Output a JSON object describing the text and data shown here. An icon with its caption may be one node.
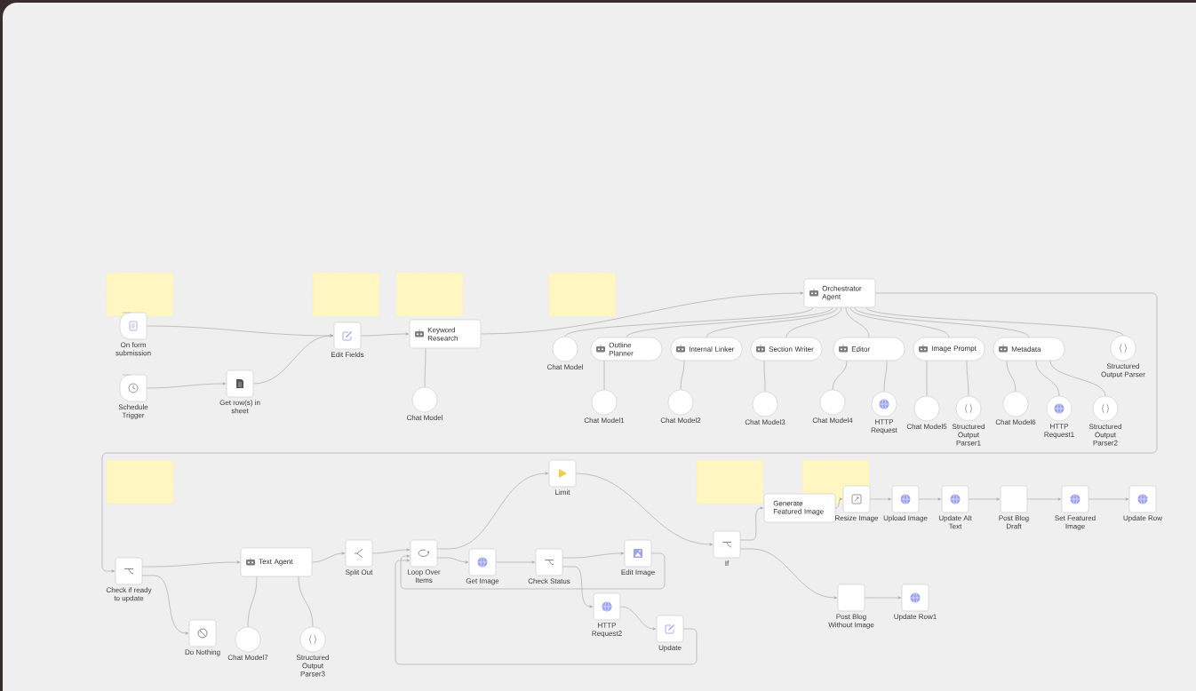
{
  "diagram": {
    "nodes": [
      {
        "text": [
          "On form submission"
        ]
      },
      {
        "text": [
          "Schedule Trigger"
        ]
      },
      {
        "text": [
          "Get row(s) in sheet"
        ]
      },
      {
        "text": [
          "Edit Fields"
        ]
      },
      {
        "text": [
          "Keyword Research"
        ]
      },
      {
        "text": [
          "Chat Model"
        ]
      },
      {
        "text": [
          "Orchestrator Agent"
        ]
      },
      {
        "text": [
          "Chat Model"
        ]
      },
      {
        "text": [
          "Outline Planner"
        ]
      },
      {
        "text": [
          "Internal Linker"
        ]
      },
      {
        "text": [
          "Section Writer"
        ]
      },
      {
        "text": [
          "Editor"
        ]
      },
      {
        "text": [
          "Image Prompt"
        ]
      },
      {
        "text": [
          "Metadata"
        ]
      },
      {
        "text": [
          "Structured Output Parser"
        ]
      },
      {
        "text": [
          "Chat Model1"
        ]
      },
      {
        "text": [
          "Chat Model2"
        ]
      },
      {
        "text": [
          "Chat Model3"
        ]
      },
      {
        "text": [
          "Chat Model4"
        ]
      },
      {
        "text": [
          "HTTP Request"
        ]
      },
      {
        "text": [
          "Chat Model5"
        ]
      },
      {
        "text": [
          "Structured Output Parser1"
        ]
      },
      {
        "text": [
          "Chat Model6"
        ]
      },
      {
        "text": [
          "HTTP Request1"
        ]
      },
      {
        "text": [
          "Structured Output Parser2"
        ]
      },
      {
        "text": [
          "Check if ready to update"
        ]
      },
      {
        "text": [
          "Do Nothing"
        ]
      },
      {
        "text": [
          "Text Agent"
        ]
      },
      {
        "text": [
          "Chat Model7"
        ]
      },
      {
        "text": [
          "Structured Output Parser3"
        ]
      },
      {
        "text": [
          "Split Out"
        ]
      },
      {
        "text": [
          "Loop Over Items"
        ]
      },
      {
        "text": [
          "Get Image"
        ]
      },
      {
        "text": [
          "Check Status"
        ]
      },
      {
        "text": [
          "Edit Image"
        ]
      },
      {
        "text": [
          "HTTP Request2"
        ]
      },
      {
        "text": [
          "Update"
        ]
      },
      {
        "text": [
          "Limit"
        ]
      },
      {
        "text": [
          "If"
        ]
      },
      {
        "text": [
          "Generate Featured Image"
        ]
      },
      {
        "text": [
          "Resize Image"
        ]
      },
      {
        "text": [
          "Upload Image"
        ]
      },
      {
        "text": [
          "Update Alt Text"
        ]
      },
      {
        "text": [
          "Post Blog Draft"
        ]
      },
      {
        "text": [
          "Set Featured Image"
        ]
      },
      {
        "text": [
          "Update Row"
        ]
      },
      {
        "text": [
          "Post Blog Without Image"
        ]
      },
      {
        "text": [
          "Update Row1"
        ]
      },
      {
        "text": [],
        "shape": "box"
      },
      {
        "text": [],
        "shape": "box"
      },
      {
        "text": [],
        "shape": "box"
      },
      {
        "text": [],
        "shape": "box"
      },
      {
        "text": [],
        "shape": "box"
      },
      {
        "text": [],
        "shape": "box"
      },
      {
        "text": [],
        "shape": "box"
      }
    ],
    "edges": [
      {
        "from": 0,
        "to": 3,
        "arrow": "to"
      },
      {
        "from": 1,
        "to": 2,
        "arrow": "to"
      },
      {
        "from": 2,
        "to": 3,
        "arrow": "to"
      },
      {
        "from": 3,
        "to": 4,
        "arrow": "to"
      },
      {
        "from": 4,
        "to": 6,
        "arrow": "to"
      },
      {
        "from": 5,
        "to": 4,
        "arrow": "none"
      },
      {
        "from": 7,
        "to": 6,
        "arrow": "none"
      },
      {
        "from": 8,
        "to": 6,
        "arrow": "none"
      },
      {
        "from": 9,
        "to": 6,
        "arrow": "none"
      },
      {
        "from": 10,
        "to": 6,
        "arrow": "none"
      },
      {
        "from": 11,
        "to": 6,
        "arrow": "none"
      },
      {
        "from": 12,
        "to": 6,
        "arrow": "none"
      },
      {
        "from": 13,
        "to": 6,
        "arrow": "none"
      },
      {
        "from": 14,
        "to": 6,
        "arrow": "none"
      },
      {
        "from": 15,
        "to": 8,
        "arrow": "none"
      },
      {
        "from": 16,
        "to": 9,
        "arrow": "none"
      },
      {
        "from": 17,
        "to": 10,
        "arrow": "none"
      },
      {
        "from": 18,
        "to": 11,
        "arrow": "none"
      },
      {
        "from": 19,
        "to": 11,
        "arrow": "none"
      },
      {
        "from": 20,
        "to": 12,
        "arrow": "none"
      },
      {
        "from": 21,
        "to": 12,
        "arrow": "none"
      },
      {
        "from": 22,
        "to": 13,
        "arrow": "none"
      },
      {
        "from": 23,
        "to": 13,
        "arrow": "none"
      },
      {
        "from": 24,
        "to": 13,
        "arrow": "none"
      },
      {
        "from": 6,
        "to": 25,
        "arrow": "to"
      },
      {
        "from": 25,
        "to": 27,
        "arrow": "to"
      },
      {
        "from": 25,
        "to": 26,
        "arrow": "to"
      },
      {
        "from": 28,
        "to": 27,
        "arrow": "none"
      },
      {
        "from": 29,
        "to": 27,
        "arrow": "none"
      },
      {
        "from": 27,
        "to": 30,
        "arrow": "to"
      },
      {
        "from": 30,
        "to": 31,
        "arrow": "to"
      },
      {
        "from": 31,
        "to": 37,
        "arrow": "to"
      },
      {
        "from": 31,
        "to": 32,
        "arrow": "to"
      },
      {
        "from": 32,
        "to": 33,
        "arrow": "to"
      },
      {
        "from": 33,
        "to": 34,
        "arrow": "to"
      },
      {
        "from": 33,
        "to": 35,
        "arrow": "to"
      },
      {
        "from": 34,
        "to": 31,
        "arrow": "to"
      },
      {
        "from": 35,
        "to": 36,
        "arrow": "to"
      },
      {
        "from": 36,
        "to": 31,
        "arrow": "to"
      },
      {
        "from": 37,
        "to": 38,
        "arrow": "to"
      },
      {
        "from": 38,
        "to": 39,
        "arrow": "to"
      },
      {
        "from": 38,
        "to": 46,
        "arrow": "to"
      },
      {
        "from": 39,
        "to": 40,
        "arrow": "to"
      },
      {
        "from": 40,
        "to": 41,
        "arrow": "to"
      },
      {
        "from": 41,
        "to": 42,
        "arrow": "to"
      },
      {
        "from": 42,
        "to": 43,
        "arrow": "to"
      },
      {
        "from": 43,
        "to": 44,
        "arrow": "to"
      },
      {
        "from": 44,
        "to": 45,
        "arrow": "to"
      },
      {
        "from": 46,
        "to": 47,
        "arrow": "to"
      }
    ]
  }
}
